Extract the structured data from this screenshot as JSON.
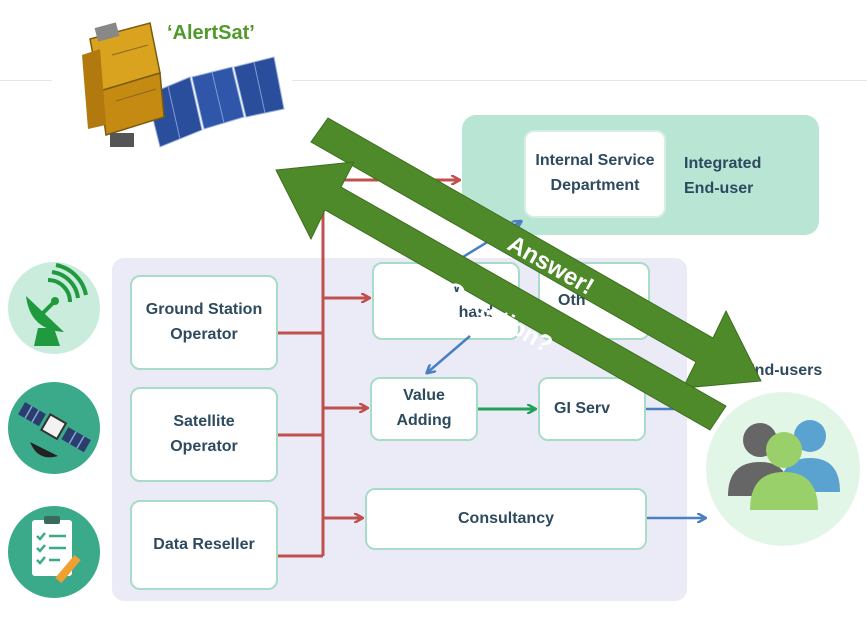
{
  "satellite": {
    "title": "‘AlertSat’"
  },
  "integrated": {
    "internal_service": "Internal Service Department",
    "label": "Integrated End-user"
  },
  "providers": [
    {
      "label": "Ground Station Operator"
    },
    {
      "label": "Satellite Operator"
    },
    {
      "label": "Data Reseller"
    }
  ],
  "services": {
    "software_partial": "ware / hard",
    "other_partial": "Oth",
    "value_adding": "Value Adding",
    "gi_service_partial": "GI Serv",
    "consultancy": "Consultancy"
  },
  "end_users": {
    "label": "End-users"
  },
  "arrows": {
    "answer": "Answer!",
    "question": "Question?"
  },
  "colors": {
    "green_arrow": "#4f8a2a",
    "red_line": "#c0504d",
    "blue_arrow": "#4a7fc1",
    "teal_panel": "#b8e5d4",
    "lavender_panel": "#ebebf8"
  }
}
